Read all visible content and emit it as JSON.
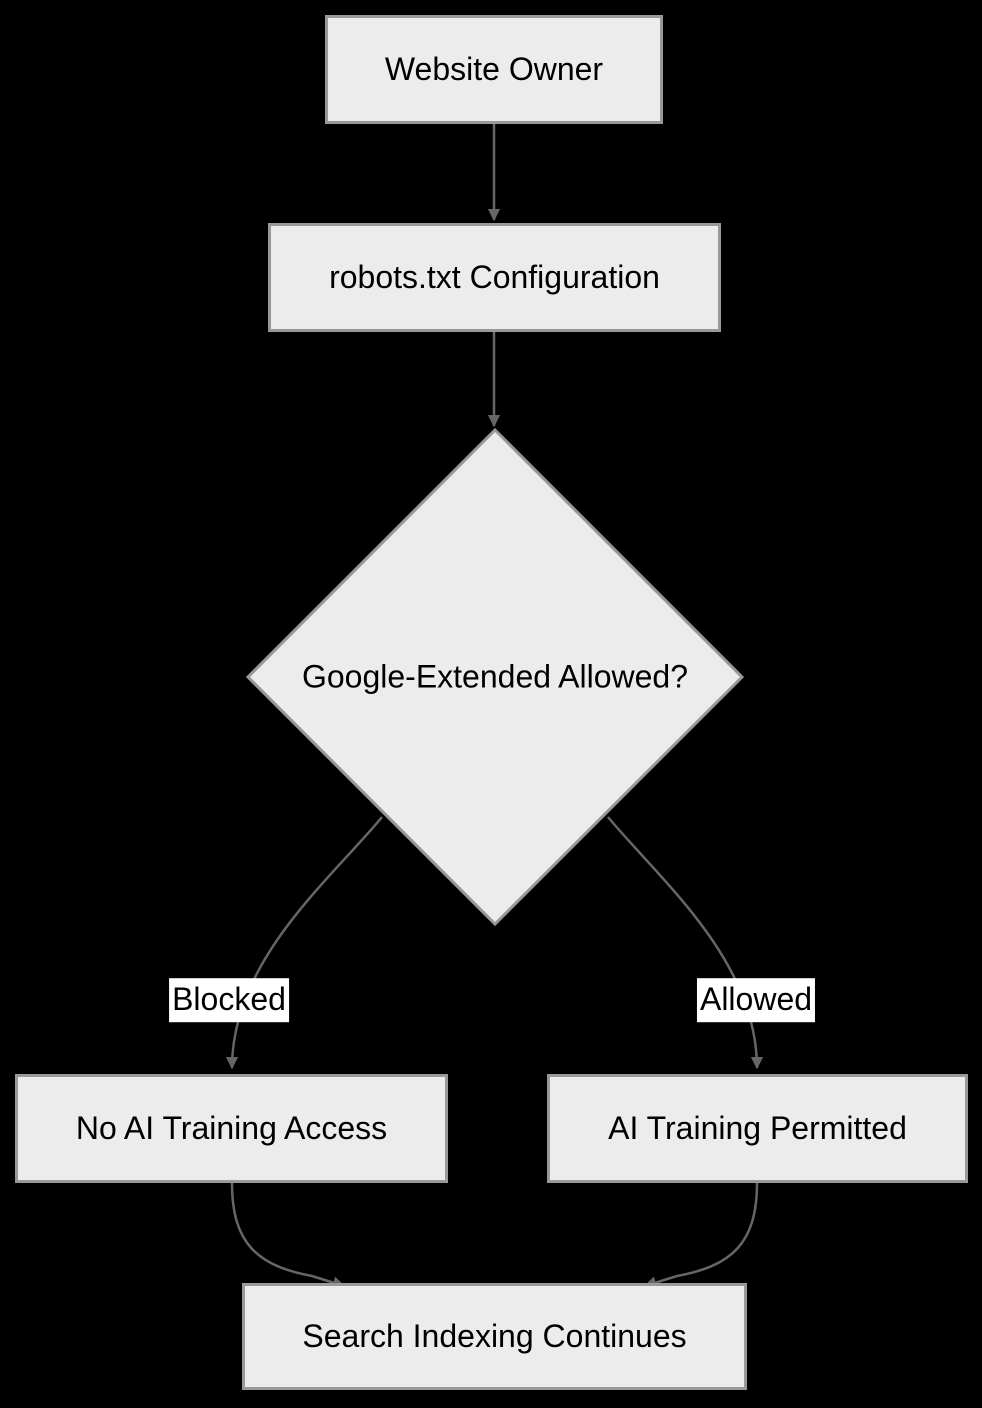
{
  "diagram": {
    "type": "flowchart",
    "background_color": "#000000",
    "node_fill_color": "#ececec",
    "node_border_color": "#999999",
    "edge_line_color": "#666666",
    "text_color": "#000000",
    "edge_label_background": "#ffffff",
    "nodes": {
      "website_owner": {
        "label": "Website Owner",
        "shape": "rectangle"
      },
      "robots_config": {
        "label": "robots.txt Configuration",
        "shape": "rectangle"
      },
      "decision": {
        "label": "Google-Extended Allowed?",
        "shape": "diamond"
      },
      "no_ai_training": {
        "label": "No AI Training Access",
        "shape": "rectangle"
      },
      "ai_training_permitted": {
        "label": "AI Training Permitted",
        "shape": "rectangle"
      },
      "search_indexing": {
        "label": "Search Indexing Continues",
        "shape": "rectangle"
      }
    },
    "edges": {
      "owner_to_robots": {
        "from": "Website Owner",
        "to": "robots.txt Configuration",
        "label": ""
      },
      "robots_to_decision": {
        "from": "robots.txt Configuration",
        "to": "Google-Extended Allowed?",
        "label": ""
      },
      "decision_blocked": {
        "from": "Google-Extended Allowed?",
        "to": "No AI Training Access",
        "label": "Blocked"
      },
      "decision_allowed": {
        "from": "Google-Extended Allowed?",
        "to": "AI Training Permitted",
        "label": "Allowed"
      },
      "blocked_to_search": {
        "from": "No AI Training Access",
        "to": "Search Indexing Continues",
        "label": ""
      },
      "allowed_to_search": {
        "from": "AI Training Permitted",
        "to": "Search Indexing Continues",
        "label": ""
      }
    }
  }
}
